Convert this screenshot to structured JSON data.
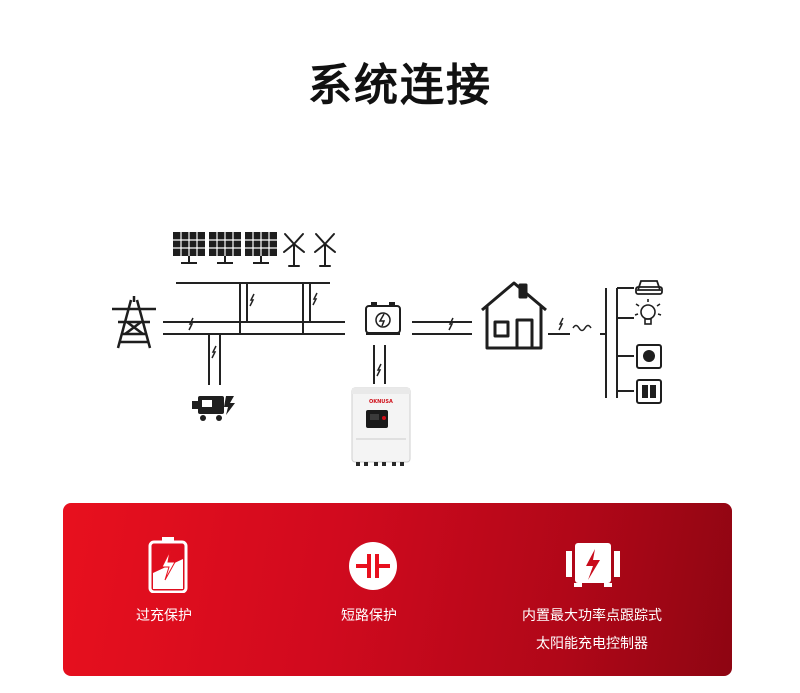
{
  "title": "系统连接",
  "inverter_brand": "OKNUSA",
  "features": [
    {
      "label": "过充保护",
      "icon": "battery-charge-icon"
    },
    {
      "label": "短路保护",
      "icon": "short-circuit-icon"
    },
    {
      "label": "内置最大功率点跟踪式\n太阳能充电控制器",
      "line1": "内置最大功率点跟踪式",
      "line2": "太阳能充电控制器",
      "icon": "mppt-controller-icon"
    }
  ],
  "colors": {
    "accent": "#e8101e",
    "accent_dark": "#8e0512",
    "line": "#222222"
  }
}
